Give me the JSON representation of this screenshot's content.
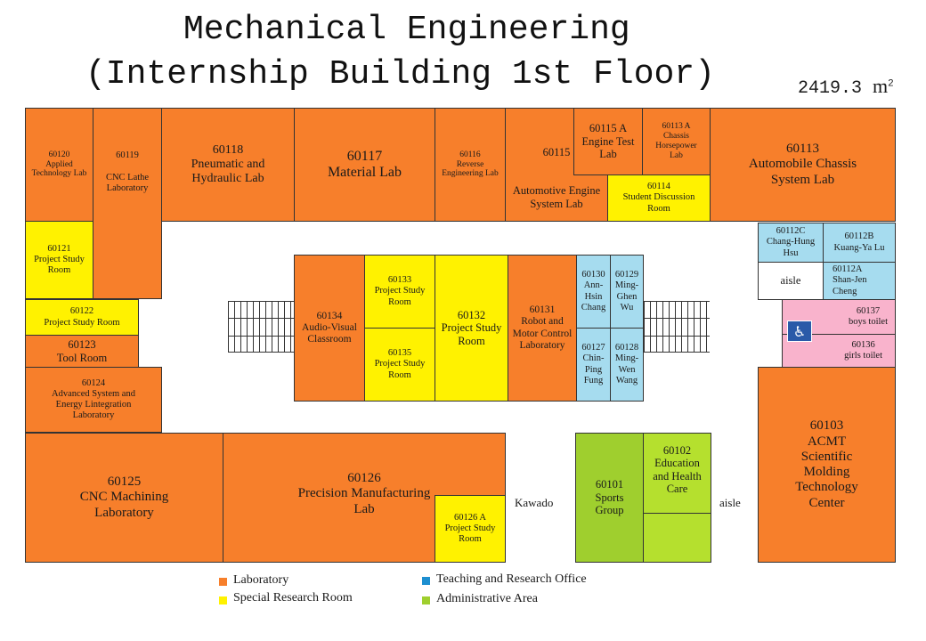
{
  "title": {
    "line1": "Mechanical Engineering",
    "line2": "(Internship Building 1st Floor)",
    "area_value": "2419.3",
    "area_unit": "m",
    "area_sup": "2"
  },
  "colors": {
    "laboratory": "#f77f2b",
    "special_research": "#fff200",
    "office": "#a6dcef",
    "administrative": "#9fcf2e",
    "toilet": "#f9b3cc",
    "accessible_sign": "#2a5aa8"
  },
  "rooms": {
    "r60120": "60120\nApplied\nTechnology Lab",
    "r60119": "60119\n\nCNC Lathe\nLaboratory",
    "r60118": "60118\nPneumatic  and\nHydraulic  Lab",
    "r60117": "60117\nMaterial  Lab",
    "r60116": "60116\nReverse\nEngineering Lab",
    "r60115": "60115\n\n\nAutomotive Engine\nSystem Lab",
    "r60115a": "60115 A\nEngine Test\nLab",
    "r60113a": "60113 A\nChassis\nHorsepower\nLab",
    "r60114": "60114\nStudent Discussion\nRoom",
    "r60113": "60113\nAutomobile Chassis\nSystem Lab",
    "r60121": "60121\nProject Study\nRoom",
    "r60122": "60122\nProject Study Room",
    "r60123": "60123\nTool Room",
    "r60124": "60124\nAdvanced System and\nEnergy Lintegration\nLaboratory",
    "r60125": "60125\nCNC Machining\nLaboratory",
    "r60126": "60126\nPrecision Manufacturing\nLab",
    "r60126a": "60126 A\nProject Study\nRoom",
    "r60134": "60134\nAudio-Visual\nClassroom",
    "r60133": "60133\nProject Study\nRoom",
    "r60135": "60135\nProject Study\nRoom",
    "r60132": "60132\nProject Study\nRoom",
    "r60131": "60131\nRobot and\nMotor Control\nLaboratory",
    "r60130": "60130\nAnn-\nHsin\nChang",
    "r60129": "60129\nMing-\nGhen\nWu",
    "r60127": "60127\nChin-\nPing\nFung",
    "r60128": "60128\nMing-\nWen\nWang",
    "r60112c": "60112C\nChang-Hung\nHsu",
    "r60112b": "60112B\nKuang-Ya Lu",
    "aisle_right": "aisle",
    "r60112a": "60112A\nShan-Jen\nCheng",
    "r60137": "60137\nboys toilet",
    "r60136": "60136\ngirls toilet",
    "r60103": "60103\nACMT\nScientific\nMolding\nTechnology\nCenter",
    "r60101": "60101\nSports\nGroup",
    "r60102": "60102\nEducation\nand Health\nCare"
  },
  "annotations": {
    "kawado": "Kawado",
    "aisle_bottom": "aisle",
    "accessible_icon": "wheelchair-icon"
  },
  "legend": {
    "laboratory": "Laboratory",
    "special_research": "Special  Research  Room",
    "office": "Teaching  and  Research  Office",
    "administrative": "Administrative  Area"
  }
}
